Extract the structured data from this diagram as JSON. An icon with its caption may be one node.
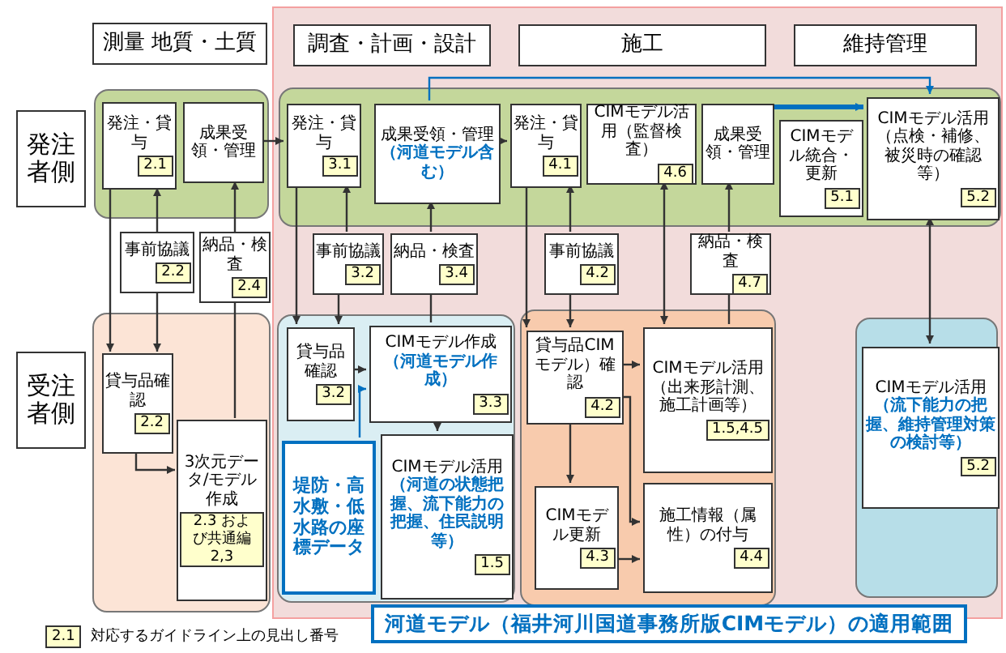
{
  "diagram": {
    "nodes": [
      {
        "text": [
          "測量 地質・土質"
        ]
      },
      {
        "text": [
          "河道モデル（福井河川国道事務所版CIMモデル）の適用範囲"
        ]
      },
      {
        "text": [
          "調査・計画・設計"
        ],
        "in": 1
      },
      {
        "text": [
          "施工"
        ],
        "in": 1
      },
      {
        "text": [
          "維持管理"
        ],
        "in": 1
      },
      {
        "text": [
          "発注者側"
        ]
      },
      {
        "text": [],
        "shape": "box"
      },
      {
        "text": [
          "発注・貸与",
          "2.1"
        ],
        "in": 6
      },
      {
        "text": [
          "成果受領・管理"
        ],
        "in": 6
      },
      {
        "text": [],
        "shape": "box",
        "in": 1
      },
      {
        "text": [
          "発注・貸与",
          "3.1"
        ],
        "in": 9
      },
      {
        "text": [
          "成果受領・管理",
          "（河道モデル含む）"
        ],
        "in": 9
      },
      {
        "text": [
          "発注・貸与",
          "4.1"
        ],
        "in": 9
      },
      {
        "text": [
          "CIMモデル活用（監督検査）",
          "4.6"
        ],
        "in": 9
      },
      {
        "text": [
          "成果受領・管理"
        ],
        "in": 9
      },
      {
        "text": [
          "CIMモデル統合・更新",
          "5.1"
        ],
        "in": 9
      },
      {
        "text": [
          "CIMモデル活用（点検・補修、被災時の確認等）",
          "5.2"
        ],
        "in": 9
      },
      {
        "text": [
          "事前協議",
          "2.2"
        ]
      },
      {
        "text": [
          "納品・検査",
          "2.4"
        ]
      },
      {
        "text": [
          "事前協議",
          "3.2"
        ],
        "in": 1
      },
      {
        "text": [
          "納品・検査",
          "3.4"
        ],
        "in": 1
      },
      {
        "text": [
          "事前協議",
          "4.2"
        ],
        "in": 1
      },
      {
        "text": [
          "納品・検査",
          "4.7"
        ],
        "in": 1
      },
      {
        "text": [
          "受注者側"
        ]
      },
      {
        "text": [],
        "shape": "box"
      },
      {
        "text": [
          "貸与品確認",
          "2.2"
        ],
        "in": 24
      },
      {
        "text": [
          "3次元データ/モデル作成",
          "2.3 および共通編2,3"
        ],
        "in": 24
      },
      {
        "text": [],
        "shape": "box",
        "in": 1
      },
      {
        "text": [
          "貸与品確認",
          "3.2"
        ],
        "in": 27
      },
      {
        "text": [
          "CIMモデル作成",
          "（河道モデル作成）",
          "3.3"
        ],
        "in": 27
      },
      {
        "text": [
          "堤防・高水敷・低水路の座標データ"
        ],
        "in": 27
      },
      {
        "text": [
          "CIMモデル活用",
          "（河道の状態把握、流下能力の把握、住民説明等）",
          "1.5"
        ],
        "in": 27
      },
      {
        "text": [],
        "shape": "box",
        "in": 1
      },
      {
        "text": [
          "貸与品CIMモデル）確認",
          "4.2"
        ],
        "in": 32
      },
      {
        "text": [
          "CIMモデル活用（出来形計測、施工計画等）",
          "1.5,4.5"
        ],
        "in": 32
      },
      {
        "text": [
          "CIMモデル更新",
          "4.3"
        ],
        "in": 32
      },
      {
        "text": [
          "施工情報（属性）の付与",
          "4.4"
        ],
        "in": 32
      },
      {
        "text": [],
        "shape": "box",
        "in": 1
      },
      {
        "text": [
          "CIMモデル活用",
          "（流下能力の把握、維持管理対策の検討等）",
          "5.2"
        ],
        "in": 37
      }
    ],
    "edges": [
      {
        "from": 8,
        "to": 10,
        "arrow": "to"
      },
      {
        "from": 11,
        "to": 12,
        "arrow": "to"
      },
      {
        "from": 11,
        "to": 16,
        "arrow": "to",
        "color": "#0070c0"
      },
      {
        "from": 14,
        "to": 16,
        "arrow": "to",
        "style": "thick",
        "color": "#0070c0"
      },
      {
        "from": 7,
        "to": 25,
        "arrow": "to"
      },
      {
        "from": 17,
        "to": 7,
        "arrow": "to"
      },
      {
        "from": 17,
        "to": 25,
        "arrow": "to"
      },
      {
        "from": 26,
        "to": 18,
        "arrow": "none"
      },
      {
        "from": 18,
        "to": 8,
        "arrow": "to"
      },
      {
        "from": 25,
        "to": 26,
        "arrow": "to"
      },
      {
        "from": 10,
        "to": 28,
        "arrow": "to"
      },
      {
        "from": 19,
        "to": 10,
        "arrow": "to"
      },
      {
        "from": 19,
        "to": 28,
        "arrow": "to"
      },
      {
        "from": 29,
        "to": 20,
        "arrow": "none"
      },
      {
        "from": 20,
        "to": 11,
        "arrow": "to"
      },
      {
        "from": 28,
        "to": 29,
        "arrow": "to"
      },
      {
        "from": 29,
        "to": 31,
        "arrow": "to"
      },
      {
        "from": 30,
        "to": 29,
        "arrow": "to",
        "color": "#0070c0"
      },
      {
        "from": 12,
        "to": 33,
        "arrow": "to"
      },
      {
        "from": 21,
        "to": 12,
        "arrow": "to"
      },
      {
        "from": 21,
        "to": 33,
        "arrow": "to"
      },
      {
        "from": 13,
        "to": 34,
        "arrow": "both"
      },
      {
        "from": 34,
        "to": 22,
        "arrow": "none"
      },
      {
        "from": 22,
        "to": 14,
        "arrow": "to"
      },
      {
        "from": 33,
        "to": 34,
        "arrow": "to"
      },
      {
        "from": 33,
        "to": 36,
        "arrow": "to"
      },
      {
        "from": 33,
        "to": 35,
        "arrow": "to"
      },
      {
        "from": 35,
        "to": 36,
        "arrow": "to"
      },
      {
        "from": 16,
        "to": 38,
        "arrow": "both"
      }
    ],
    "labels": [
      "2.1"
    ],
    "legend": [
      {
        "text": "対応するガイドライン上の見出し番号",
        "color": "#ffffcc"
      }
    ]
  }
}
